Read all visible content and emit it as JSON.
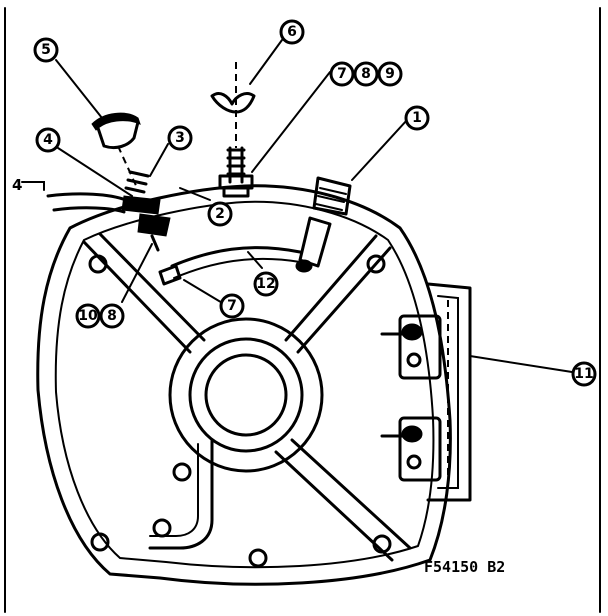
{
  "callouts": {
    "c1": "1",
    "c2": "2",
    "c3": "3",
    "c4": "4",
    "c5": "5",
    "c6": "6",
    "c7": "7",
    "c8": "8",
    "c9": "9",
    "c10": "10",
    "c11": "11",
    "c12": "12"
  },
  "labels": {
    "left_edge_marker": "4",
    "figure_code": "F54150 B2"
  }
}
